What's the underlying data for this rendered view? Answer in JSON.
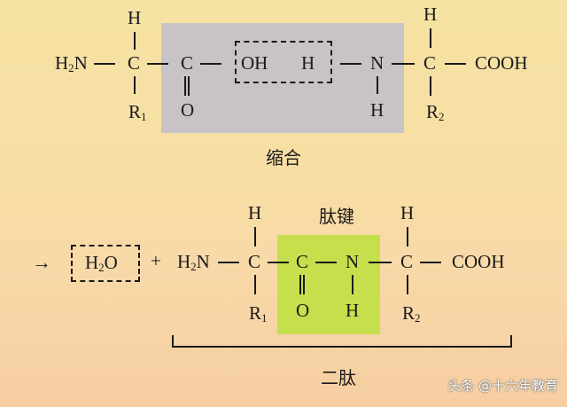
{
  "top_molecules": {
    "h2n": "H",
    "h2n_sub": "2",
    "h2n_n": "N",
    "c1": "C",
    "c1_h": "H",
    "c1_r": "R",
    "c1_r_sub": "1",
    "c2": "C",
    "c2_o": "O",
    "oh": "OH",
    "h": "H",
    "n": "N",
    "n_h": "H",
    "c3": "C",
    "c3_h": "H",
    "c3_r": "R",
    "c3_r_sub": "2",
    "cooh": "COOH"
  },
  "condensation_label": "缩合",
  "peptide_bond_label": "肽键",
  "dipeptide_label": "二肽",
  "bottom": {
    "arrow": "→",
    "water_h": "H",
    "water_sub": "2",
    "water_o": "O",
    "plus": "+",
    "h2n": "H",
    "h2n_sub": "2",
    "h2n_n": "N",
    "c1": "C",
    "c1_h": "H",
    "c1_r": "R",
    "c1_r_sub": "1",
    "c2": "C",
    "c2_o": "O",
    "n": "N",
    "n_h": "H",
    "c3": "C",
    "c3_h": "H",
    "c3_r": "R",
    "c3_r_sub": "2",
    "cooh": "COOH"
  },
  "watermark": "头条 @十六年教育",
  "colors": {
    "background": "#f6e2a3",
    "condensation_box": "#c7c3c6",
    "peptide_box": "#c6df4d"
  }
}
